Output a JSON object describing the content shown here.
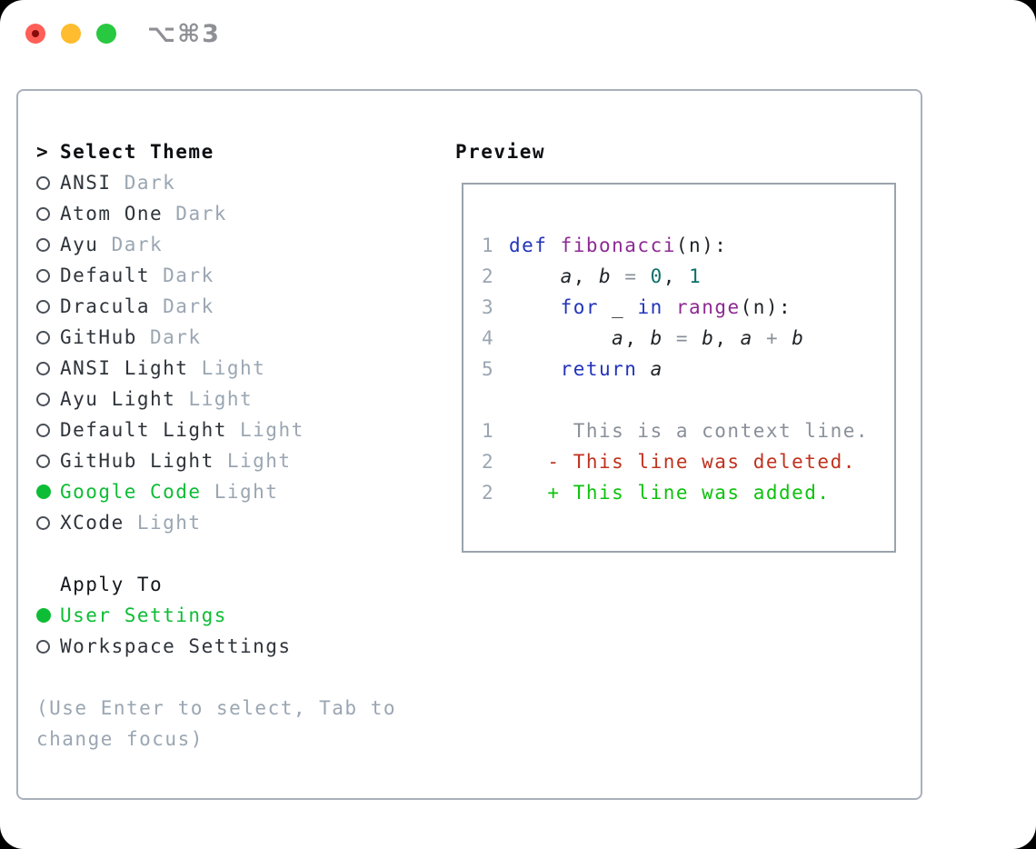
{
  "window": {
    "title": "⌥⌘3",
    "traffic_lights": [
      "close",
      "minimize",
      "zoom"
    ]
  },
  "theme_panel": {
    "prompt": ">",
    "title": "Select Theme",
    "items": [
      {
        "name": "ANSI",
        "variant": "Dark",
        "selected": false
      },
      {
        "name": "Atom One",
        "variant": "Dark",
        "selected": false
      },
      {
        "name": "Ayu",
        "variant": "Dark",
        "selected": false
      },
      {
        "name": "Default",
        "variant": "Dark",
        "selected": false
      },
      {
        "name": "Dracula",
        "variant": "Dark",
        "selected": false
      },
      {
        "name": "GitHub",
        "variant": "Dark",
        "selected": false
      },
      {
        "name": "ANSI Light",
        "variant": "Light",
        "selected": false
      },
      {
        "name": "Ayu Light",
        "variant": "Light",
        "selected": false
      },
      {
        "name": "Default Light",
        "variant": "Light",
        "selected": false
      },
      {
        "name": "GitHub Light",
        "variant": "Light",
        "selected": false
      },
      {
        "name": "Google Code",
        "variant": "Light",
        "selected": true
      },
      {
        "name": "XCode",
        "variant": "Light",
        "selected": false
      }
    ],
    "apply_to": {
      "title": "Apply To",
      "options": [
        {
          "label": "User Settings",
          "selected": true
        },
        {
          "label": "Workspace Settings",
          "selected": false
        }
      ]
    },
    "hint": "(Use Enter to select, Tab to change focus)"
  },
  "preview": {
    "title": "Preview",
    "lines": [
      {
        "num": "1",
        "tokens": [
          {
            "c": "kw",
            "t": "def "
          },
          {
            "c": "fn",
            "t": "fibonacci"
          },
          {
            "c": "pl",
            "t": "(n):"
          }
        ]
      },
      {
        "num": "2",
        "tokens": [
          {
            "c": "pl",
            "t": "    "
          },
          {
            "c": "var",
            "t": "a"
          },
          {
            "c": "pl",
            "t": ", "
          },
          {
            "c": "var",
            "t": "b"
          },
          {
            "c": "op",
            "t": " = "
          },
          {
            "c": "num",
            "t": "0"
          },
          {
            "c": "pl",
            "t": ", "
          },
          {
            "c": "num",
            "t": "1"
          }
        ]
      },
      {
        "num": "3",
        "tokens": [
          {
            "c": "pl",
            "t": "    "
          },
          {
            "c": "kw",
            "t": "for"
          },
          {
            "c": "pl",
            "t": " _ "
          },
          {
            "c": "kw",
            "t": "in"
          },
          {
            "c": "pl",
            "t": " "
          },
          {
            "c": "fn",
            "t": "range"
          },
          {
            "c": "pl",
            "t": "(n):"
          }
        ]
      },
      {
        "num": "4",
        "tokens": [
          {
            "c": "pl",
            "t": "        "
          },
          {
            "c": "var",
            "t": "a"
          },
          {
            "c": "pl",
            "t": ", "
          },
          {
            "c": "var",
            "t": "b"
          },
          {
            "c": "op",
            "t": " = "
          },
          {
            "c": "var",
            "t": "b"
          },
          {
            "c": "pl",
            "t": ", "
          },
          {
            "c": "var",
            "t": "a"
          },
          {
            "c": "op",
            "t": " + "
          },
          {
            "c": "var",
            "t": "b"
          }
        ]
      },
      {
        "num": "5",
        "tokens": [
          {
            "c": "pl",
            "t": "    "
          },
          {
            "c": "kw",
            "t": "return"
          },
          {
            "c": "pl",
            "t": " "
          },
          {
            "c": "var",
            "t": "a"
          }
        ]
      },
      {
        "num": "",
        "tokens": []
      },
      {
        "num": "1",
        "tokens": [
          {
            "c": "ctx",
            "t": "     This is a context line."
          }
        ]
      },
      {
        "num": "2",
        "tokens": [
          {
            "c": "del",
            "t": "   - This line was deleted."
          }
        ]
      },
      {
        "num": "2",
        "tokens": [
          {
            "c": "add",
            "t": "   + This line was added."
          }
        ]
      }
    ]
  },
  "colors": {
    "accent_green": "#0dbd35",
    "keyword_blue": "#2233bb",
    "function_purple": "#8d2a93",
    "number_teal": "#0c6f69",
    "plain_text": "#1f2327",
    "operator_gray": "#8a9099",
    "context_gray": "#8a9099",
    "deleted_red": "#c0321f",
    "added_green": "#0ec20e",
    "muted_gray": "#9aa6b2",
    "traffic_red": "#ff5f57",
    "traffic_yellow": "#febc2e",
    "traffic_green": "#28c840"
  }
}
